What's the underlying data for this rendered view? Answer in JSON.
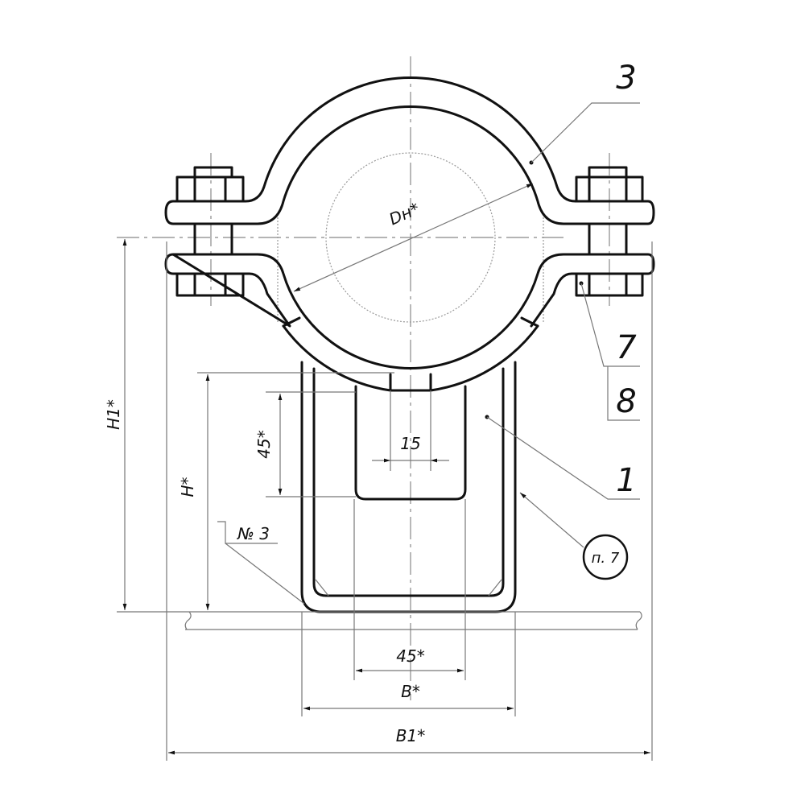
{
  "drawing": {
    "callouts": {
      "part_3": "3",
      "part_7": "7",
      "part_8": "8",
      "part_1": "1"
    },
    "dimensions": {
      "pipe_diameter": "Dн*",
      "height_total": "H1*",
      "height": "H*",
      "slot_height": "45*",
      "slot_gap": "15",
      "slot_width": "45*",
      "bracket_width": "B*",
      "total_width": "B1*"
    },
    "weld_mark": "№ 3",
    "note_ref": "п. 7"
  }
}
